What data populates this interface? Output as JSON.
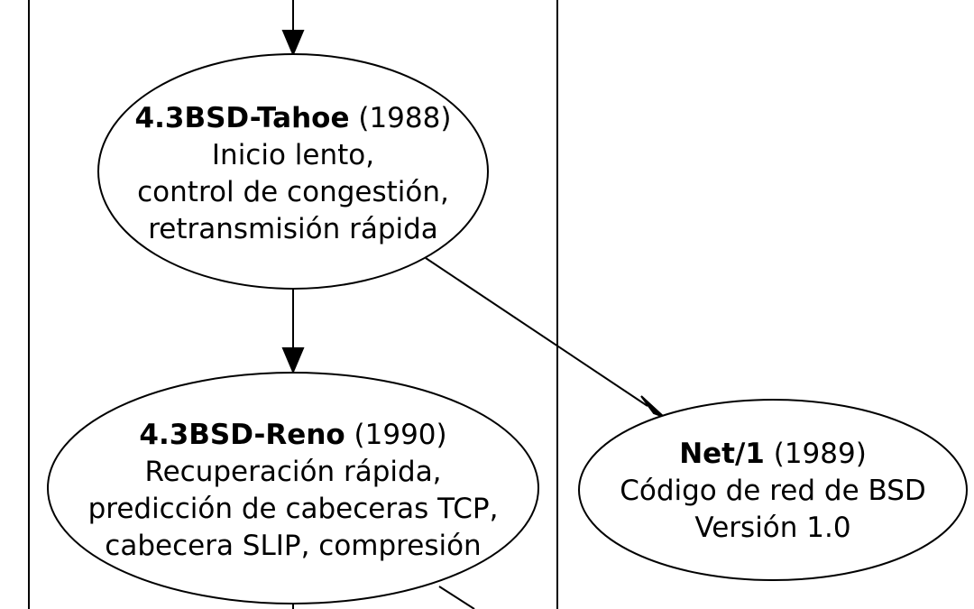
{
  "nodes": {
    "tahoe": {
      "name": "4.3BSD-Tahoe",
      "year": " (1988)",
      "lines": [
        "Inicio lento,",
        "control de congestión,",
        "retransmisión rápida"
      ]
    },
    "reno": {
      "name": "4.3BSD-Reno",
      "year": " (1990)",
      "lines": [
        "Recuperación rápida,",
        "predicción de cabeceras TCP,",
        "cabecera SLIP, compresión"
      ]
    },
    "net1": {
      "name": "Net/1",
      "year": " (1989)",
      "lines": [
        "Código de red de BSD",
        "Versión 1.0"
      ]
    }
  }
}
